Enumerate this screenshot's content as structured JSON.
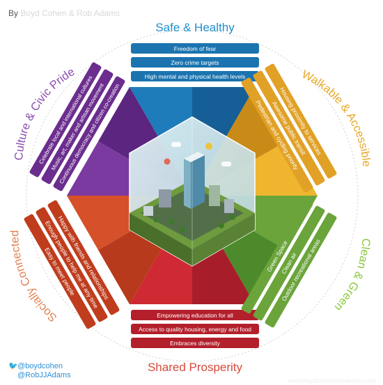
{
  "byline": {
    "prefix": "By",
    "authors": "Boyd Cohen & Rob Adams"
  },
  "pillars": {
    "safe": {
      "title": "Safe & Healthy",
      "color": "#1b74b0",
      "items": [
        "Freedom of fear",
        "Zero crime targets",
        "High mental and physical health levels"
      ]
    },
    "walkable": {
      "title": "Walkable & Accessible",
      "color": "#e7a928",
      "items": [
        "Housing proximity to services",
        "Awesome public transit",
        "Pedestrian and cycling priority"
      ]
    },
    "clean": {
      "title": "Clean & Green",
      "color": "#6ba43a",
      "items": [
        "Green Space",
        "Clean air",
        "Outdoor recreational areas"
      ]
    },
    "prosperity": {
      "title": "Shared Prosperity",
      "color": "#c62631",
      "items": [
        "Empowering education for all",
        "Access to quality housing, energy and food",
        "Embraces diversity"
      ]
    },
    "social": {
      "title": "Socially Connected",
      "color": "#c9471f",
      "items": [
        "Happy with friends and relationships",
        "Enough people to help me at any time",
        "Easy to meet people"
      ]
    },
    "culture": {
      "title": "Culture & Civic Pride",
      "color": "#6b2d8e",
      "items": [
        "Celebrate local and international cultures",
        "Music, art, maker and artisan movement",
        "Continuous democracy and citizen co-creation"
      ]
    }
  },
  "social_handles": [
    "@boydcohen",
    "@RobJJAdams"
  ],
  "website": "www.boydcohenhumanism.com"
}
